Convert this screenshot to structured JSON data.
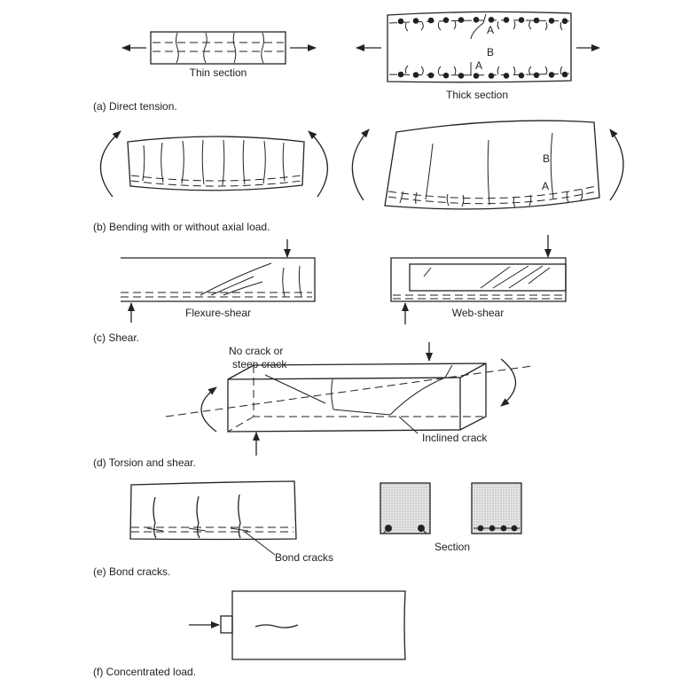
{
  "captions": {
    "a": "(a)  Direct tension.",
    "b": "(b)  Bending with or without axial load.",
    "c": "(c)  Shear.",
    "d": "(d)  Torsion and shear.",
    "e": "(e)  Bond cracks.",
    "f": "(f)  Concentrated load."
  },
  "labels": {
    "thin_section": "Thin section",
    "thick_section": "Thick section",
    "point_a": "A",
    "point_b": "B",
    "flexure_shear": "Flexure-shear",
    "web_shear": "Web-shear",
    "no_crack_line1": "No crack or",
    "no_crack_line2": "steep crack",
    "inclined_crack": "Inclined crack",
    "bond_cracks": "Bond cracks",
    "section": "Section"
  },
  "colors": {
    "ink": "#222222",
    "concrete_fill": "#dcdcdc",
    "paper": "#ffffff"
  }
}
